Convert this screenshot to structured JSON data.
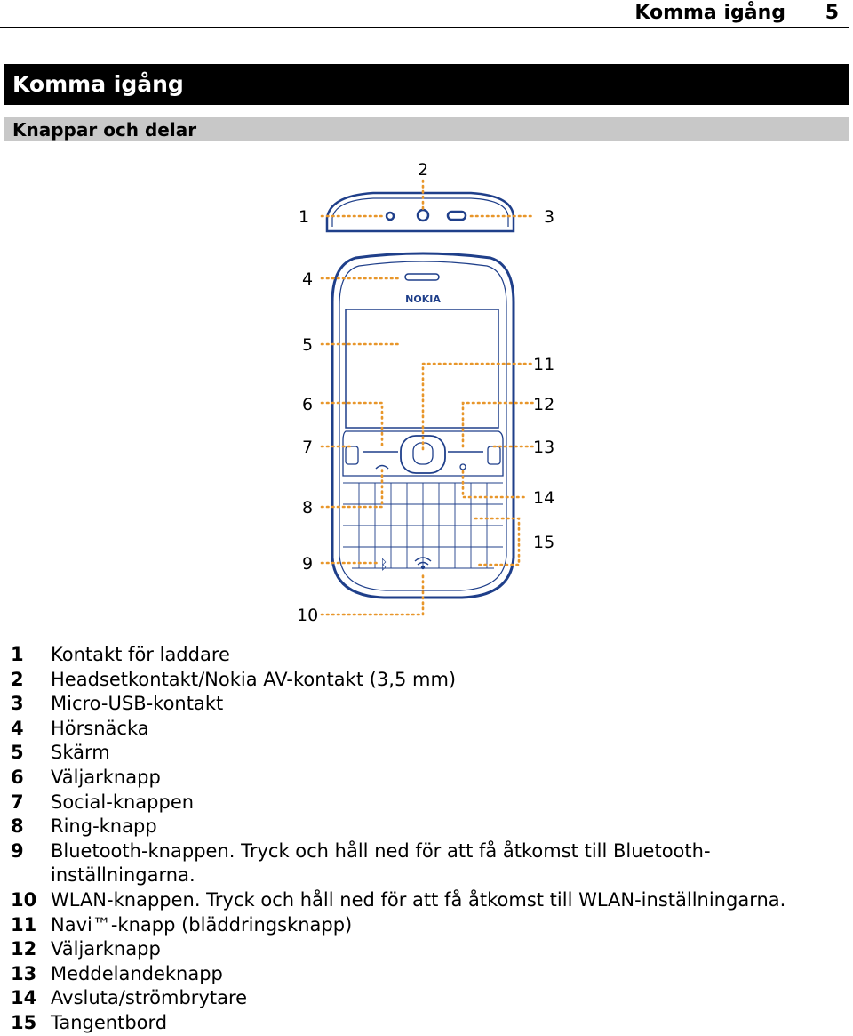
{
  "header": {
    "title": "Komma igång",
    "page_number": "5"
  },
  "section_title": "Komma igång",
  "subsection_title": "Knappar och delar",
  "figure": {
    "brand_logo": "NOKIA",
    "callouts": [
      "1",
      "2",
      "3",
      "4",
      "5",
      "6",
      "7",
      "8",
      "9",
      "10",
      "11",
      "12",
      "13",
      "14",
      "15"
    ]
  },
  "legend": [
    {
      "num": "1",
      "text": "Kontakt för laddare"
    },
    {
      "num": "2",
      "text": "Headsetkontakt/Nokia AV-kontakt (3,5 mm)"
    },
    {
      "num": "3",
      "text": "Micro-USB-kontakt"
    },
    {
      "num": "4",
      "text": "Hörsnäcka"
    },
    {
      "num": "5",
      "text": "Skärm"
    },
    {
      "num": "6",
      "text": "Väljarknapp"
    },
    {
      "num": "7",
      "text": "Social-knappen"
    },
    {
      "num": "8",
      "text": "Ring-knapp"
    },
    {
      "num": "9",
      "text": "Bluetooth-knappen. Tryck och håll ned för att få åtkomst till Bluetooth-inställningarna."
    },
    {
      "num": "10",
      "text": "WLAN-knappen. Tryck och håll ned för att få åtkomst till WLAN-inställningarna."
    },
    {
      "num": "11",
      "text": "Navi™-knapp (bläddringsknapp)"
    },
    {
      "num": "12",
      "text": "Väljarknapp"
    },
    {
      "num": "13",
      "text": "Meddelandeknapp"
    },
    {
      "num": "14",
      "text": "Avsluta/strömbrytare"
    },
    {
      "num": "15",
      "text": "Tangentbord"
    }
  ],
  "colors": {
    "device_outline": "#1f3f8a",
    "callout_line": "#e8962a"
  }
}
